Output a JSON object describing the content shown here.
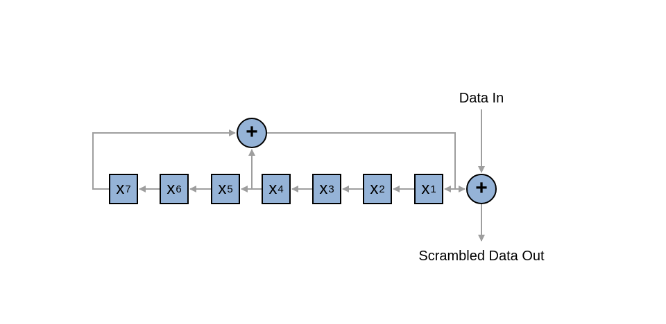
{
  "diagram": {
    "labels": {
      "data_in": "Data In",
      "scrambled_data_out": "Scrambled Data Out"
    },
    "register_cells": [
      {
        "base": "x",
        "exp": "7"
      },
      {
        "base": "x",
        "exp": "6"
      },
      {
        "base": "x",
        "exp": "5"
      },
      {
        "base": "x",
        "exp": "4"
      },
      {
        "base": "x",
        "exp": "3"
      },
      {
        "base": "x",
        "exp": "2"
      },
      {
        "base": "x",
        "exp": "1"
      }
    ],
    "xor_symbol": "+",
    "colors": {
      "cell_fill": "#95B3D7",
      "cell_border": "#000000",
      "wire": "#9E9E9E",
      "text": "#000000",
      "background": "#FFFFFF"
    }
  }
}
